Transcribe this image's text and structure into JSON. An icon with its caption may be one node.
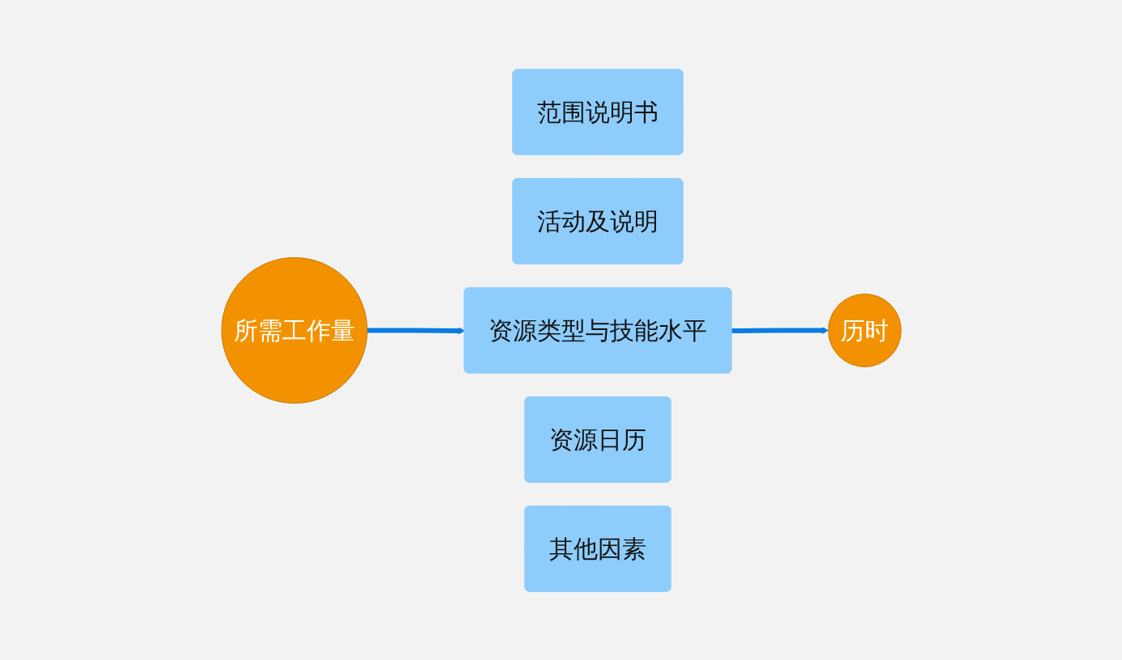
{
  "diagram": {
    "nodes": [
      {
        "text": [
          "所需工作量"
        ]
      },
      {
        "text": [
          "范围说明书"
        ]
      },
      {
        "text": [
          "活动及说明"
        ]
      },
      {
        "text": [
          "资源类型与技能水平"
        ]
      },
      {
        "text": [
          "资源日历"
        ]
      },
      {
        "text": [
          "其他因素"
        ]
      },
      {
        "text": [
          "历时"
        ]
      }
    ],
    "edges": [
      {
        "from": 0,
        "to": 3,
        "arrow": "to"
      },
      {
        "from": 3,
        "to": 6,
        "arrow": "to"
      }
    ]
  }
}
